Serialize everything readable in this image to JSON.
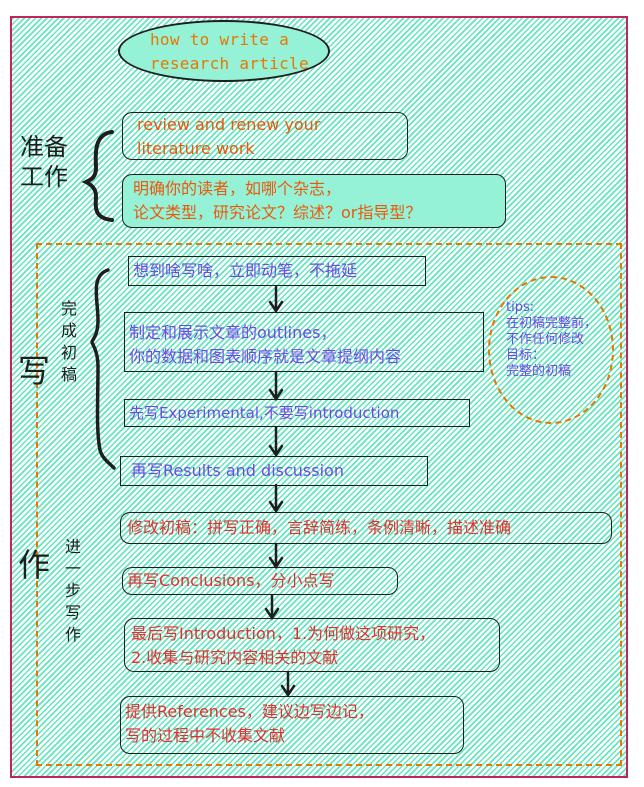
{
  "title": {
    "line1": "how to write a",
    "line2": "research article"
  },
  "prep": {
    "label_line1": "准备",
    "label_line2": "工作",
    "box1": {
      "line1": "review and renew your",
      "line2": "literature work"
    },
    "box2": {
      "line1": "明确你的读者，如哪个杂志，",
      "line2": "论文类型，研究论文？综述？or指导型？"
    }
  },
  "write": {
    "label_big_1": "写",
    "label_big_2": "作",
    "draft_label": [
      "完",
      "成",
      "初",
      "稿"
    ],
    "refine_label": [
      "进",
      "一",
      "步",
      "写",
      "作"
    ],
    "step1": "想到啥写啥，立即动笔，不拖延",
    "step2": {
      "line1": "制定和展示文章的outlines，",
      "line2": "你的数据和图表顺序就是文章提纲内容"
    },
    "step3": "先写Experimental,不要写introduction",
    "step4": "再写Results and discussion",
    "step5": "修改初稿：拼写正确，言辞简练，条例清晰，描述准确",
    "step6": "再写Conclusions，分小点写",
    "step7": {
      "line1": "最后写Introduction，1.为何做这项研究，",
      "line2": "2.收集与研究内容相关的文献"
    },
    "step8": {
      "line1": "提供References，建议边写边记，",
      "line2": "写的过程中不收集文献"
    }
  },
  "tips": {
    "line1": "tips:",
    "line2": "在初稿完整前，",
    "line3": "不作任何修改",
    "line4": "目标：",
    "line5": "完整的初稿"
  },
  "colors": {
    "frame": "#c2255c",
    "hatch": "#63e6be",
    "box_fill": "#96f2d7",
    "dashed": "#e67700",
    "orange_text": "#e8590c",
    "purple_text": "#7048e8",
    "red_text": "#e03131"
  }
}
